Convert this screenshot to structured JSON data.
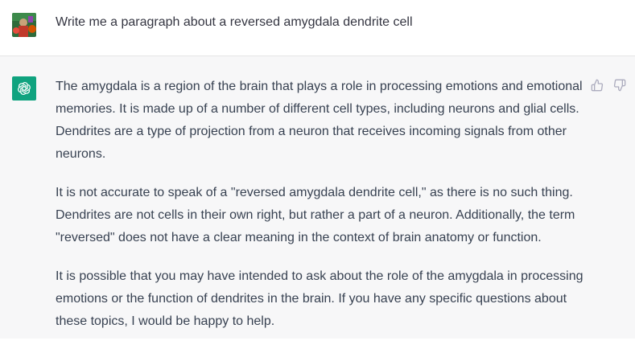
{
  "conversation": {
    "user_message": "Write me a paragraph about a reversed amygdala dendrite cell",
    "assistant_paragraphs": [
      "The amygdala is a region of the brain that plays a role in processing emotions and emotional memories. It is made up of a number of different cell types, including neurons and glial cells. Dendrites are a type of projection from a neuron that receives incoming signals from other neurons.",
      "It is not accurate to speak of a \"reversed amygdala dendrite cell,\" as there is no such thing. Dendrites are not cells in their own right, but rather a part of a neuron. Additionally, the term \"reversed\" does not have a clear meaning in the context of brain anatomy or function.",
      "It is possible that you may have intended to ask about the role of the amygdala in processing emotions or the function of dendrites in the brain. If you have any specific questions about these topics, I would be happy to help."
    ]
  },
  "icons": {
    "user_avatar": "user-avatar",
    "assistant_avatar": "openai-logo-icon",
    "thumbs_up": "thumbs-up-icon",
    "thumbs_down": "thumbs-down-icon"
  },
  "colors": {
    "assistant_bg": "#f7f7f8",
    "brand_green": "#10a37f",
    "text": "#374151"
  }
}
